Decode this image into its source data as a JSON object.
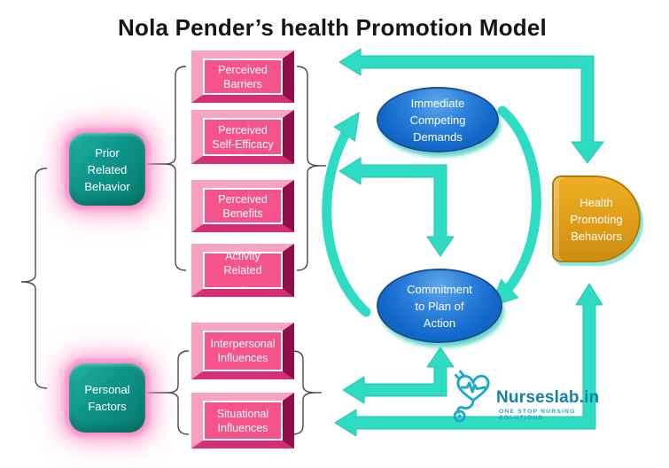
{
  "title": "Nola Pender’s health Promotion Model",
  "left_nodes": [
    {
      "label": "Prior\nRelated\nBehavior"
    },
    {
      "label": "Personal\nFactors"
    }
  ],
  "pink_boxes": [
    {
      "label": "Perceived\nBarriers"
    },
    {
      "label": "Perceived\nSelf-Efficacy"
    },
    {
      "label": "Perceived\nBenefits"
    },
    {
      "label": "Activity\nRelated\n.."
    },
    {
      "label": "Interpersonal\nInfluences"
    },
    {
      "label": "Situational\nInfluences"
    }
  ],
  "ellipses": [
    {
      "label": "Immediate\nCompeting\nDemands"
    },
    {
      "label": "Commitment\nto Plan of\nAction"
    }
  ],
  "outcome": {
    "label": "Health\nPromoting\nBehaviors"
  },
  "logo": {
    "brand": "Nurseslab.in",
    "tagline": "ONE STOP NURSING SOLUTIONS",
    "icon": "stethoscope-heart-icon"
  },
  "colors": {
    "pink_face": "#F4538C",
    "pink_bevel_light": "#F8A5C2",
    "pink_bevel_dark": "#8E0F4A",
    "teal_node": "#0E9488",
    "pink_glow": "#FA8AC4",
    "blue_ellipse": "#1268C8",
    "gold_outcome": "#E2A01B",
    "arrow_teal": "#2EDCC3",
    "brace_gray": "#4A4A4A",
    "brand_teal": "#1581A8"
  }
}
